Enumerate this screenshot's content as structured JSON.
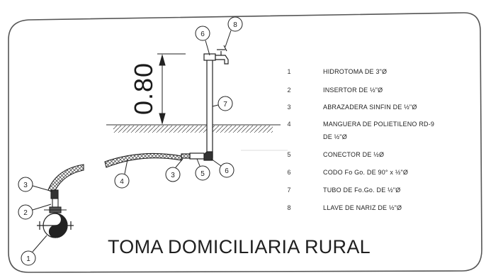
{
  "title": "TOMA DOMICILIARIA RURAL",
  "dimension": "0.80",
  "legend": [
    {
      "num": "1",
      "desc": "HIDROTOMA DE 3\"Ø"
    },
    {
      "num": "2",
      "desc": "INSERTOR DE ½\"Ø"
    },
    {
      "num": "3",
      "desc": "ABRAZADERA SINFIN DE ½\"Ø"
    },
    {
      "num": "4",
      "desc": "MANGUERA DE POLIETILENO RD-9"
    },
    {
      "num": "",
      "desc": "DE ½\"Ø"
    },
    {
      "num": "5",
      "desc": "CONECTOR DE ½Ø"
    },
    {
      "num": "6",
      "desc": "CODO Fo Go. DE 90° x ½\"Ø"
    },
    {
      "num": "7",
      "desc": "TUBO DE Fo.Go. DE ½\"Ø"
    },
    {
      "num": "8",
      "desc": "LLAVE DE NARIZ DE ½\"Ø"
    }
  ],
  "callouts": {
    "c1": "1",
    "c2": "2",
    "c3a": "3",
    "c3b": "3",
    "c4": "4",
    "c5": "5",
    "c6a": "6",
    "c6b": "6",
    "c7": "7",
    "c8": "8"
  }
}
